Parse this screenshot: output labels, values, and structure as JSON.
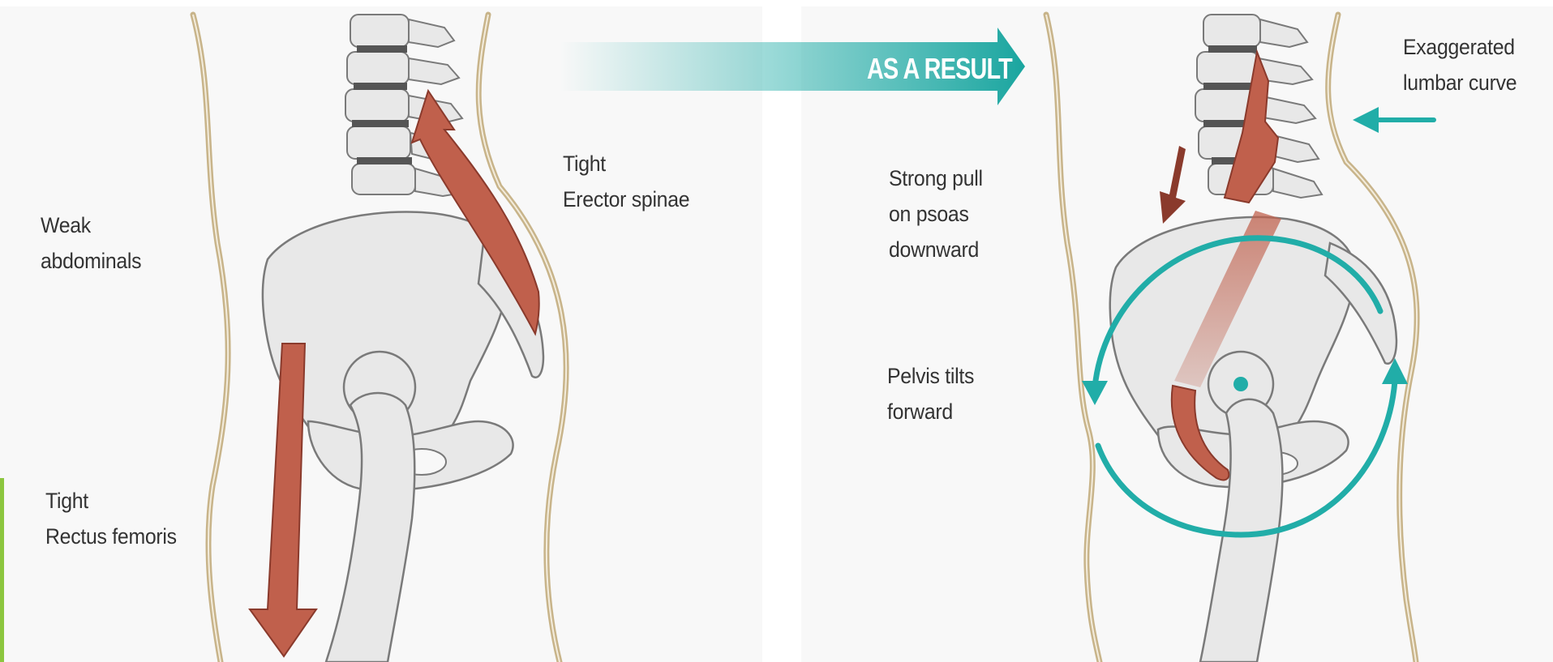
{
  "banner": {
    "text": "AS A RESULT"
  },
  "left_panel": {
    "labels": {
      "erector": [
        "Tight",
        "Erector spinae"
      ],
      "abdominals": [
        "Weak",
        "abdominals"
      ],
      "rectus": [
        "Tight",
        "Rectus femoris"
      ]
    }
  },
  "right_panel": {
    "labels": {
      "psoas": [
        "Strong pull",
        "on psoas",
        "downward"
      ],
      "pelvis": [
        "Pelvis tilts",
        "forward"
      ],
      "lumbar": [
        "Exaggerated",
        "lumbar curve"
      ]
    }
  },
  "colors": {
    "panel_bg": "#f8f8f8",
    "skin_outline": "#c8b48a",
    "bone_fill": "#e8e8e8",
    "bone_stroke": "#7a7a7a",
    "disc": "#555555",
    "muscle": "#c0604c",
    "muscle_dark": "#8a3a2c",
    "accent_teal": "#21ada8",
    "text": "#333333",
    "side_bar": "#8cc63f"
  }
}
